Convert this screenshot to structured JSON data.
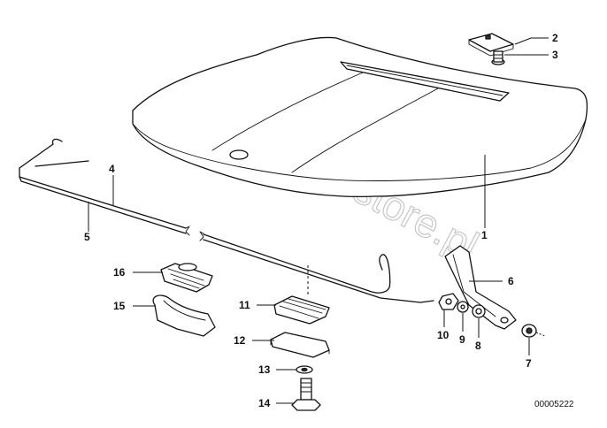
{
  "callouts": {
    "c1": "1",
    "c2": "2",
    "c3": "3",
    "c4": "4",
    "c5": "5",
    "c6": "6",
    "c7": "7",
    "c8": "8",
    "c9": "9",
    "c10": "10",
    "c11": "11",
    "c12": "12",
    "c13": "13",
    "c14": "14",
    "c15": "15",
    "c16": "16"
  },
  "diagram_code": "00005222",
  "watermark": "www.BMWstore.pl"
}
